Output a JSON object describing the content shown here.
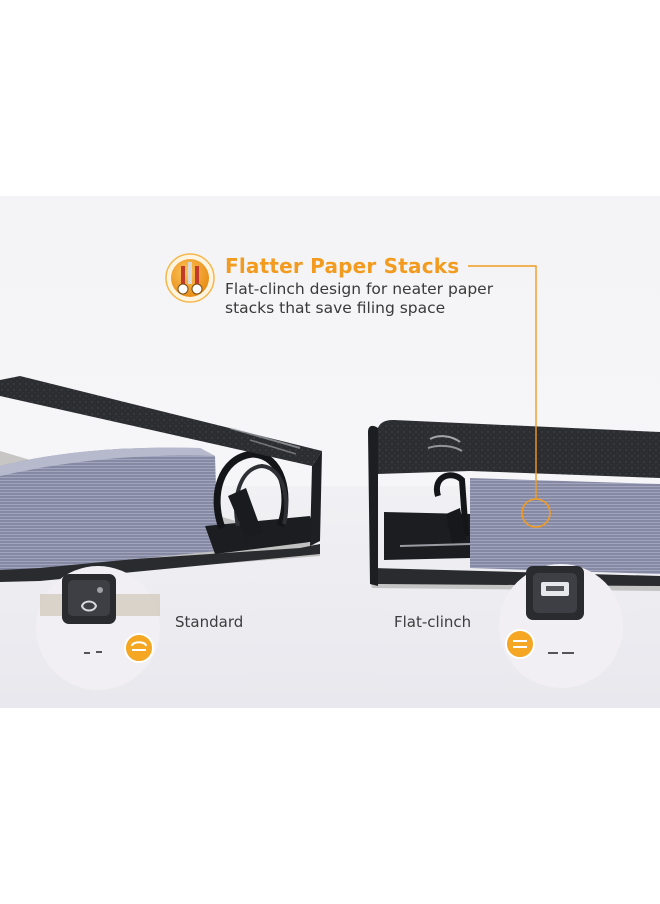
{
  "feature": {
    "title": "Flatter Paper Stacks",
    "description": "Flat-clinch design for neater paper stacks that save filing space",
    "icon": "paper-stack-icon"
  },
  "labels": {
    "standard": "Standard",
    "flat_clinch": "Flat-clinch"
  },
  "colors": {
    "accent": "#f29b1f",
    "text": "#3a3a3a",
    "binder": "#2b2c30",
    "paper": "#8a8ea8"
  }
}
